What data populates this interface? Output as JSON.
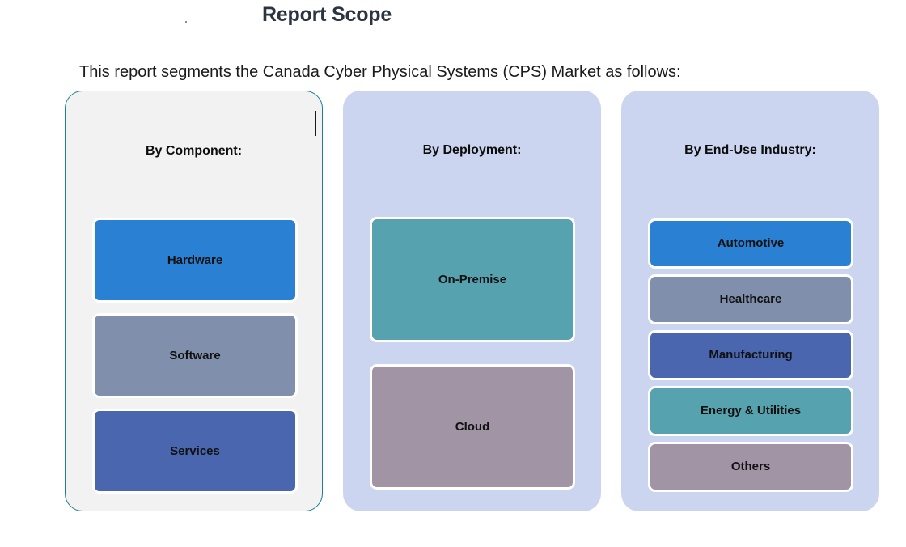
{
  "header": {
    "title": "Report Scope",
    "subtitle": "This report segments the Canada Cyber Physical Systems (CPS) Market as follows:"
  },
  "palette": {
    "blue": "#2a80d2",
    "slate": "#808fab",
    "indigo": "#4a66af",
    "teal": "#56a2af",
    "mauve": "#a094a5",
    "card_gray": "#f2f2f2",
    "card_blue": "#ccd5ef",
    "card_border_teal": "#1b8091",
    "title_color": "#2b3440"
  },
  "columns": [
    {
      "header": "By Component:",
      "items": [
        {
          "label": "Hardware",
          "color": "#2a80d2"
        },
        {
          "label": "Software",
          "color": "#808fab"
        },
        {
          "label": "Services",
          "color": "#4a66af"
        }
      ]
    },
    {
      "header": "By Deployment:",
      "items": [
        {
          "label": "On-Premise",
          "color": "#56a2af"
        },
        {
          "label": "Cloud",
          "color": "#a094a5"
        }
      ]
    },
    {
      "header": "By End-Use Industry:",
      "items": [
        {
          "label": "Automotive",
          "color": "#2a80d2"
        },
        {
          "label": "Healthcare",
          "color": "#808fab"
        },
        {
          "label": "Manufacturing",
          "color": "#4a66af"
        },
        {
          "label": "Energy & Utilities",
          "color": "#56a2af"
        },
        {
          "label": "Others",
          "color": "#a094a5"
        }
      ]
    }
  ]
}
